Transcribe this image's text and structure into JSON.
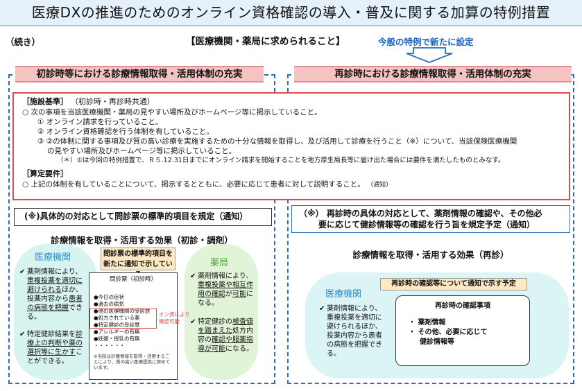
{
  "title": "医療DXの推進のためのオンライン資格確認の導入・普及に関する加算の特例措置",
  "continued": "（続き）",
  "requirements_heading": "【医療機関・薬局に求められること】",
  "special_note": "今般の特例で新たに設定",
  "left_section_title": "初診時等における診療情報取得・活用体制の充実",
  "right_section_title": "再診時における診療情報取得・活用体制の充実",
  "facility_criteria": {
    "title": "［施設基準］",
    "title_note": "（初診時・再診時共通）",
    "intro": "○ 次の事項を当該医療機関・薬局の見やすい場所及びホームページ等に掲示していること。",
    "item1": "① オンライン請求を行っていること。",
    "item2": "② オンライン資格確認を行う体制を有していること。",
    "item3_line1": "③ ②の体制に関する事項及び質の高い診療を実施するための十分な情報を取得し、及び活用して診療を行うこと（※）について、当該保険医療機関",
    "item3_line2": "の見やすい場所及びホームページ等に掲示していること。",
    "note": "（＊）①は今回の特例措置で、Ｒ５.12.31日までにオンライン請求を開始することを地方厚生局長等に届け出た場合には要件を満たしたものとみなす。"
  },
  "calc_requirements": {
    "title": "［算定要件］",
    "text": "○ 上記の体制を有していることについて、掲示するとともに、必要に応じて患者に対して説明すること。",
    "notice": "（通知）"
  },
  "left_note": "(※)具体的の対応として問診票の標準的項目を規定（通知）",
  "left_effect_heading": "診療情報を取得・活用する効果（初診・調剤）",
  "medical_institution": {
    "label": "医療機関",
    "b1_pre": "薬剤情報により、",
    "b1_u1": "重複投薬を適切",
    "b1_u2": "に避けられる",
    "b1_mid": "ほか、投薬内容から",
    "b1_u3": "患者の病態を把握",
    "b1_post": "できる。",
    "b2_pre": "特定健診結果を",
    "b2_u1": "診療上の判断や",
    "b2_u2": "薬の選択等に生か",
    "b2_u3": "す",
    "b2_post": "ことができる。"
  },
  "questionnaire": {
    "label_line1": "問診票の標準的項目を",
    "label_line2": "新たに通知で示している",
    "form_title": "問診票（初診時）",
    "items": [
      "●今日の症状",
      "●過去の病気",
      "●他の医療機関の受診歴",
      "●処方されている薬",
      "●特定健診の受診歴",
      "●アレルギーの有無",
      "●妊娠・授乳の有無",
      "・・・・・・"
    ],
    "online_line1": "オン資により",
    "online_line2": "確認可能",
    "footnote": "※当院は診療情報を取得・活用することにより、質の高い医療提供に努めています。"
  },
  "pharmacy": {
    "label": "薬局",
    "b1_pre": "薬剤情報により、",
    "b1_u1": "重複投薬や相",
    "b1_u2": "互作用の確認",
    "b1_mid": "が",
    "b1_u3": "可能",
    "b1_post": "になる。",
    "b2_pre": "特定健診の",
    "b2_u1": "検査値を踏まえた",
    "b2_mid": "処方内容の",
    "b2_u2": "確認や服薬指導",
    "b2_u3": "が可能",
    "b2_post": "になる。"
  },
  "right_note_line1": "（※） 再診時の具体の対応として、薬剤情報の確認や、その他必",
  "right_note_line2": "要に応じて健診情報等の確認を行う旨を規定予定（通知）",
  "right_effect_heading": "診療情報を取得・活用する効果（再診）",
  "medical_institution_revisit": {
    "label": "医療機関",
    "text": "薬剤情報により、重複投薬を適切に避けられるほか、投薬内容から患者の病態を把握できる。"
  },
  "confirmation_label": "再診時の確認等について通知で示す予定",
  "confirmation": {
    "title": "再診時の確認事項",
    "item1": "・ 薬剤情報",
    "item2_line1": "・ その他、必要に応じて",
    "item2_line2": "健診情報等"
  },
  "colors": {
    "red_border": "#e04a4a",
    "section_head_bg": "#f6c3c3",
    "blue": "#2f6db6",
    "label_blue": "#2e8fca",
    "pharmacy_green": "#46a82e",
    "orange_label": "#ffe8c4"
  },
  "icons": {
    "arrow": "down-arrow-icon",
    "check": "check-icon"
  }
}
